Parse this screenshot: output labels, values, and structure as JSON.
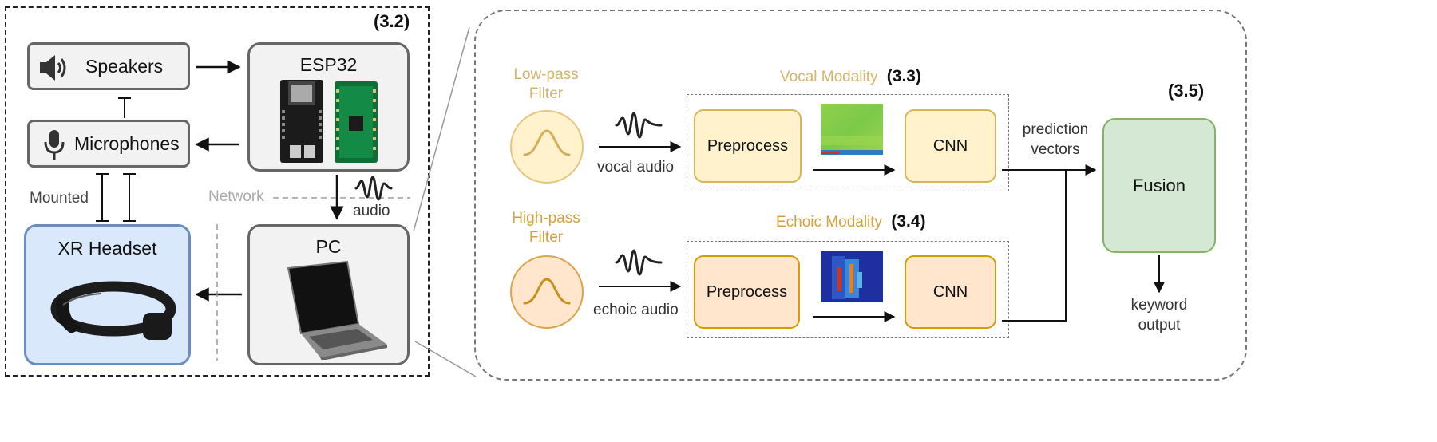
{
  "left_panel": {
    "section_tag": "(3.2)",
    "speakers_label": "Speakers",
    "microphones_label": "Microphones",
    "esp32_label": "ESP32",
    "mounted_label": "Mounted",
    "network_label": "Network",
    "audio_label": "audio",
    "xr_headset_label": "XR Headset",
    "pc_label": "PC"
  },
  "right_panel": {
    "low_pass_filter": "Low-pass\nFilter",
    "high_pass_filter": "High-pass\nFilter",
    "vocal_modality_label": "Vocal Modality",
    "vocal_modality_tag": "(3.3)",
    "echoic_modality_label": "Echoic Modality",
    "echoic_modality_tag": "(3.4)",
    "fusion_tag": "(3.5)",
    "vocal_audio_label": "vocal audio",
    "echoic_audio_label": "echoic audio",
    "preprocess_label": "Preprocess",
    "cnn_label": "CNN",
    "prediction_vectors_label": "prediction\nvectors",
    "fusion_label": "Fusion",
    "keyword_output_label": "keyword\noutput"
  },
  "colors": {
    "low_pass_text": "#d3b470",
    "high_pass_text": "#d1a23c",
    "vocal_fill": "#fff2cc",
    "vocal_border": "#d6b656",
    "echoic_fill": "#ffe6cc",
    "echoic_border": "#d79b00",
    "fusion_fill": "#d5e8d4",
    "fusion_border": "#82b366",
    "xr_fill": "#dae8fc",
    "xr_border": "#6c8ebf"
  }
}
